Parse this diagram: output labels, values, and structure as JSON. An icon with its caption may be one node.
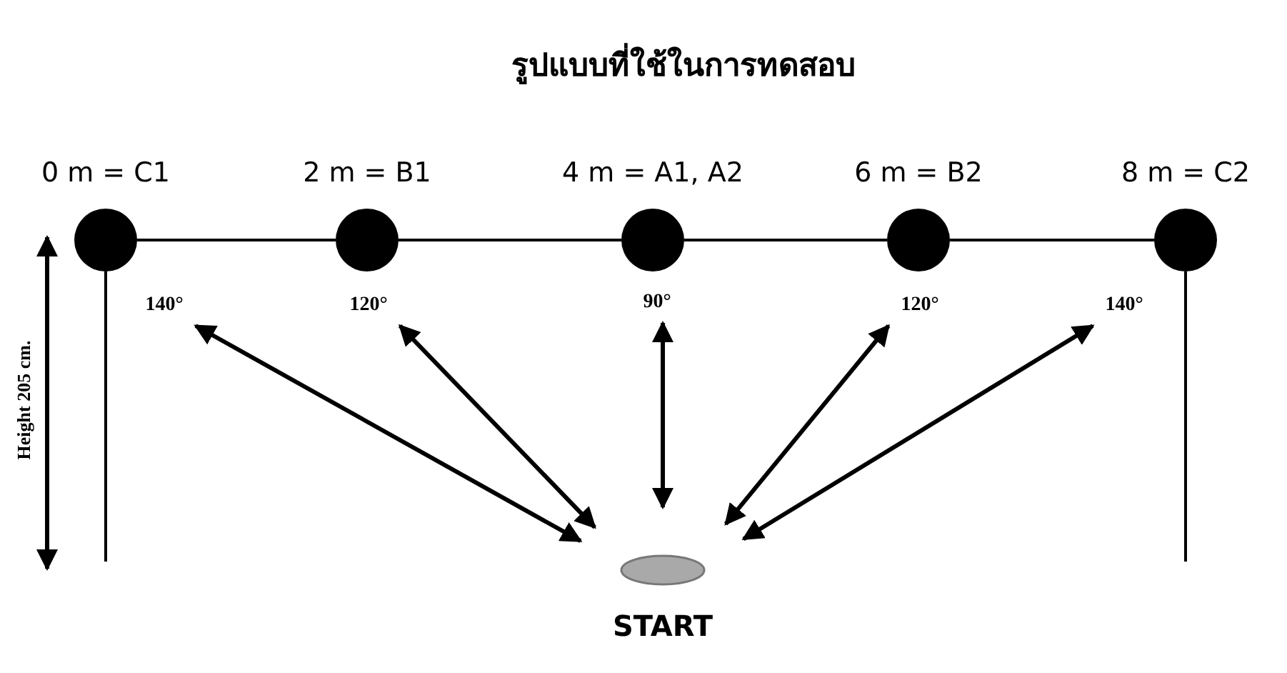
{
  "diagram": {
    "title": "รูปแบบที่ใช้ในการทดสอบ",
    "nodes": [
      {
        "text": [
          "0 m = C1"
        ]
      },
      {
        "text": [
          "2 m = B1"
        ]
      },
      {
        "text": [
          "4 m = A1, A2"
        ]
      },
      {
        "text": [
          "6 m = B2"
        ]
      },
      {
        "text": [
          "8 m = C2"
        ]
      },
      {
        "text": [
          "140°"
        ]
      },
      {
        "text": [
          "120°"
        ]
      },
      {
        "text": [
          "90°"
        ]
      },
      {
        "text": [
          "120°"
        ]
      },
      {
        "text": [
          "140°"
        ]
      },
      {
        "text": [
          "START"
        ]
      }
    ],
    "edges": [
      {
        "from": 0,
        "to": 1,
        "arrow": "none"
      },
      {
        "from": 1,
        "to": 2,
        "arrow": "none"
      },
      {
        "from": 2,
        "to": 3,
        "arrow": "none"
      },
      {
        "from": 3,
        "to": 4,
        "arrow": "none"
      },
      {
        "from": 5,
        "to": 10,
        "arrow": "both"
      },
      {
        "from": 6,
        "to": 10,
        "arrow": "both"
      },
      {
        "from": 7,
        "to": 10,
        "arrow": "both"
      },
      {
        "from": 8,
        "to": 10,
        "arrow": "both"
      },
      {
        "from": 9,
        "to": 10,
        "arrow": "both"
      }
    ],
    "labels": [
      "Height 205 cm."
    ]
  }
}
